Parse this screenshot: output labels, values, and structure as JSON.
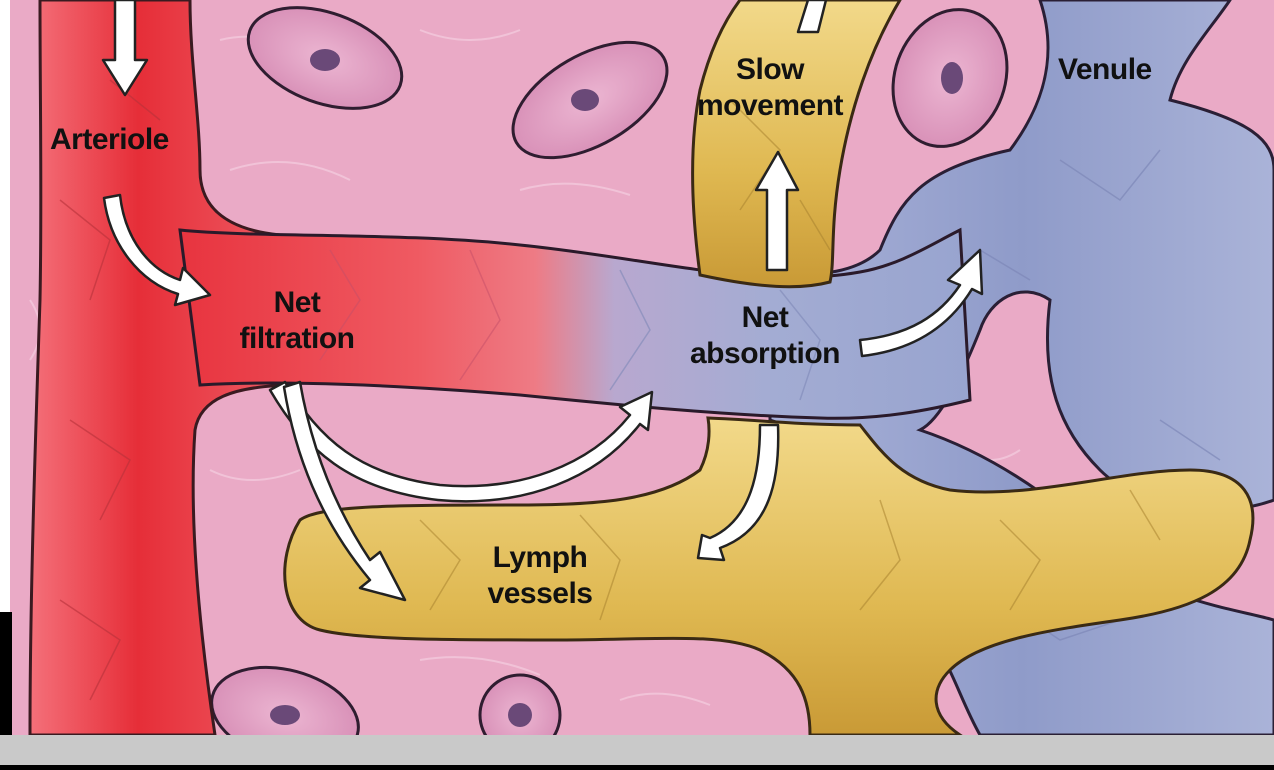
{
  "labels": {
    "arteriole": "Arteriole",
    "venule": "Venule",
    "slow_movement_line1": "Slow",
    "slow_movement_line2": "movement",
    "net_filtration_line1": "Net",
    "net_filtration_line2": "filtration",
    "net_absorption_line1": "Net",
    "net_absorption_line2": "absorption",
    "lymph_line1": "Lymph",
    "lymph_line2": "vessels"
  },
  "colors": {
    "tissue": "#e9a9c5",
    "cell": "#dd94bb",
    "nucleus": "#6c4a78",
    "arterial": "#e8353e",
    "venous": "#9aa6d0",
    "lymph": "#e3c05e",
    "outline": "#2a1a2a",
    "arrow": "#ffffff"
  }
}
